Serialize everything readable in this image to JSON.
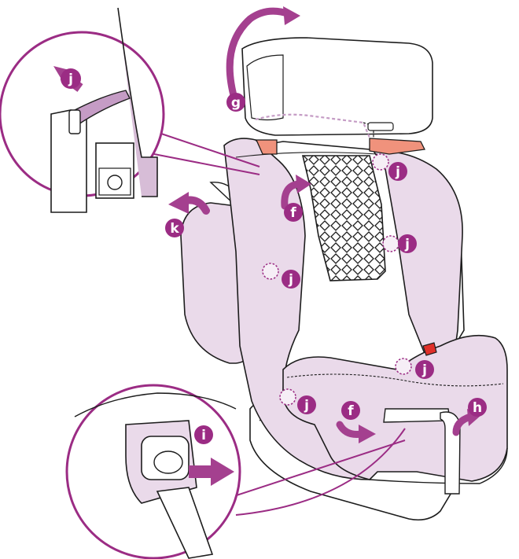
{
  "colors": {
    "cover": "#eadaea",
    "cover_dark": "#d7bdd7",
    "callout": "#9b2c84",
    "arrow": "#a4408f",
    "outline": "#1d1d1d",
    "orange": "#f0927c",
    "red": "#e0302a",
    "plastic": "#ffffff"
  },
  "labels": {
    "g": "g",
    "f_upper": "f",
    "f_lower": "f",
    "k": "k",
    "j_zoom": "j",
    "j_1": "j",
    "j_2": "j",
    "j_3": "j",
    "j_4": "j",
    "j_5": "j",
    "i": "i",
    "h": "h"
  },
  "icons": {
    "j_zoom_arrow": "arrow-up-left-icon",
    "k_arrow": "curved-arrow-left-icon",
    "g_arrow": "curved-arrow-rotate-icon",
    "f_upper_arrow": "curved-arrow-right-icon",
    "f_lower_arrow": "curved-arrow-right-icon",
    "h_arrow": "curved-arrow-up-icon",
    "i_arrow": "arrow-right-icon"
  }
}
